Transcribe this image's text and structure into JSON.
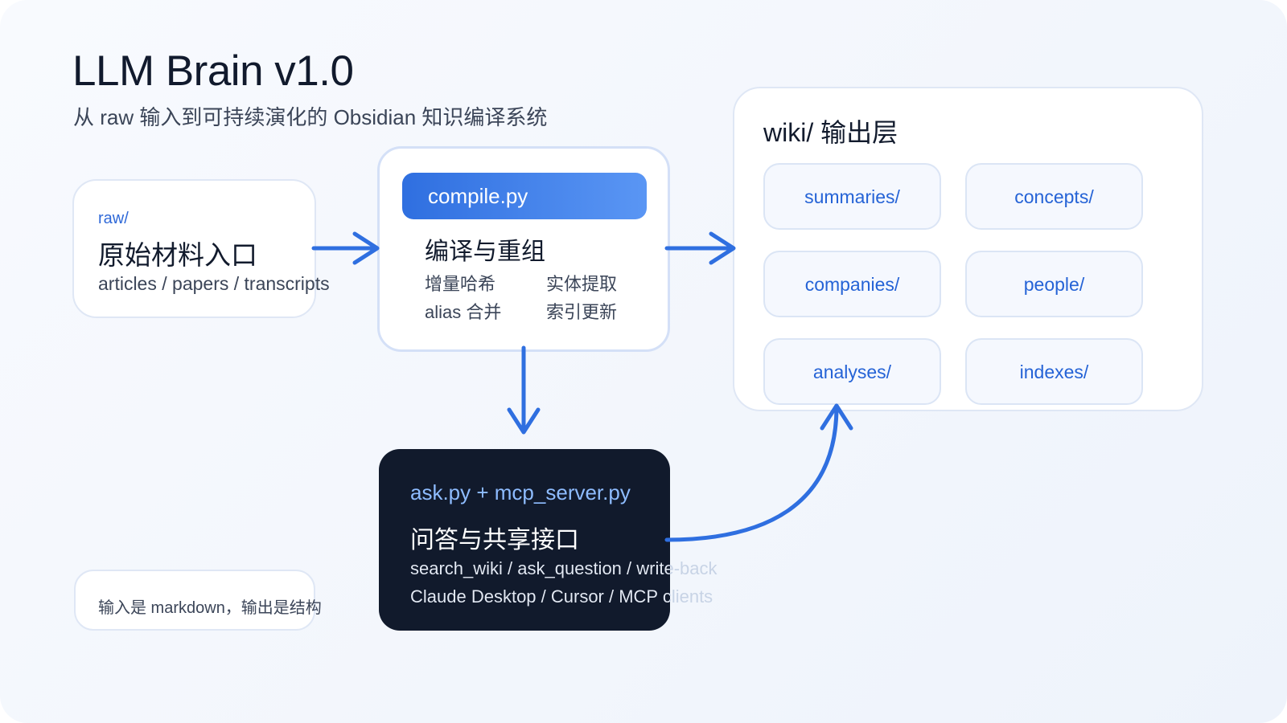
{
  "header": {
    "title": "LLM Brain v1.0",
    "subtitle": "从 raw 输入到可持续演化的 Obsidian 知识编译系统"
  },
  "raw": {
    "tag": "raw/",
    "heading": "原始材料入口",
    "description": "articles / papers / transcripts"
  },
  "compile": {
    "script": "compile.py",
    "heading": "编译与重组",
    "features": [
      "增量哈希",
      "实体提取",
      "alias 合并",
      "索引更新"
    ]
  },
  "wiki": {
    "heading": "wiki/ 输出层",
    "folders": [
      "summaries/",
      "concepts/",
      "companies/",
      "people/",
      "analyses/",
      "indexes/"
    ]
  },
  "ask": {
    "title": "ask.py + mcp_server.py",
    "heading": "问答与共享接口",
    "lines": [
      "search_wiki / ask_question / write-back",
      "Claude Desktop / Cursor / MCP clients"
    ]
  },
  "note": {
    "text": "输入是 markdown，输出是结构"
  },
  "colors": {
    "accent": "#2f6fe0",
    "dark_panel": "#111a2c",
    "folder_text": "#2563d6"
  }
}
